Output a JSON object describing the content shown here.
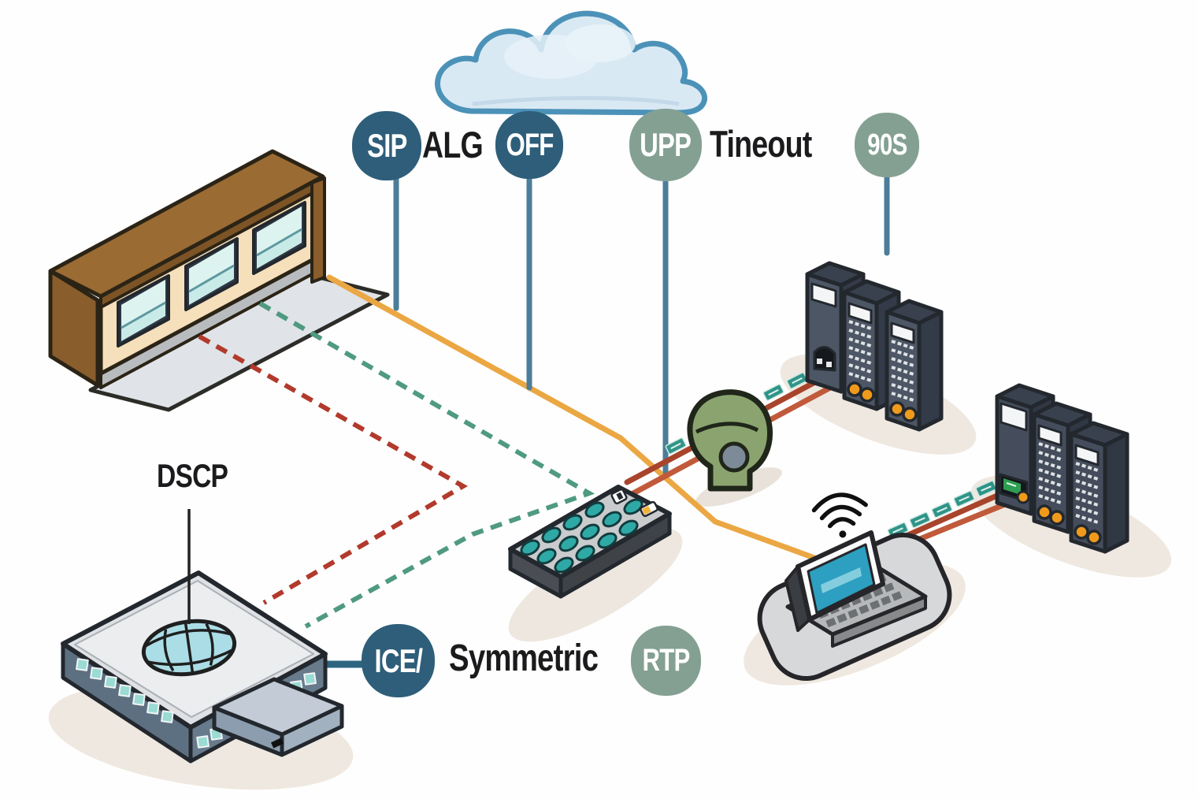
{
  "diagram": {
    "type": "network-voip-topology-illustration",
    "badges": {
      "sip": {
        "label": "SIP",
        "color": "#2e5e79"
      },
      "off": {
        "label": "OFF",
        "color": "#2e5e79"
      },
      "upp": {
        "label": "UPP",
        "color": "#84a093"
      },
      "timeout_value": {
        "label": "90S",
        "color": "#84a093"
      },
      "ice": {
        "label": "ICE/",
        "color": "#2e5e79"
      },
      "rtp": {
        "label": "RTP",
        "color": "#84a093"
      }
    },
    "labels": {
      "alg": "ALG",
      "tineout": "Tineout",
      "symmetric": "Symmetric",
      "dscp": "DSCP"
    },
    "icons": [
      "cloud-icon",
      "office-building-icon",
      "qos-switch-icon",
      "globe-icon",
      "desk-keypad-icon",
      "handset-icon",
      "wifi-icon",
      "laptop-icon",
      "server-rack-icon",
      "packet-tag-icon"
    ],
    "line_colors": {
      "signaling_orange": "#eba743",
      "media_red_dark": "#a8442c",
      "media_red_light": "#c05a3a",
      "dashed_red": "#b23a2c",
      "dashed_green": "#4f9a81",
      "callout_blue": "#4c7d99",
      "packet_tag": "#2f9488",
      "cloud_fill": "#d9e9f4",
      "cloud_stroke": "#4c92b8"
    }
  }
}
